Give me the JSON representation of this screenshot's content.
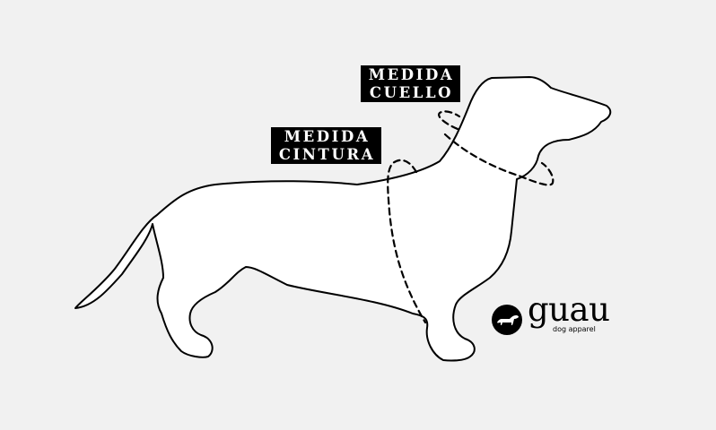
{
  "labels": {
    "neck": [
      "MEDIDA",
      "CUELLO"
    ],
    "waist": [
      "MEDIDA",
      "CINTURA"
    ]
  },
  "brand": {
    "name": "guau",
    "tagline": "dog apparel"
  },
  "colors": {
    "background": "#f1f1f1",
    "body_fill": "#ffffff",
    "outline": "#000000"
  },
  "icons": [
    "dachshund-outline",
    "dachshund-logo-icon"
  ]
}
